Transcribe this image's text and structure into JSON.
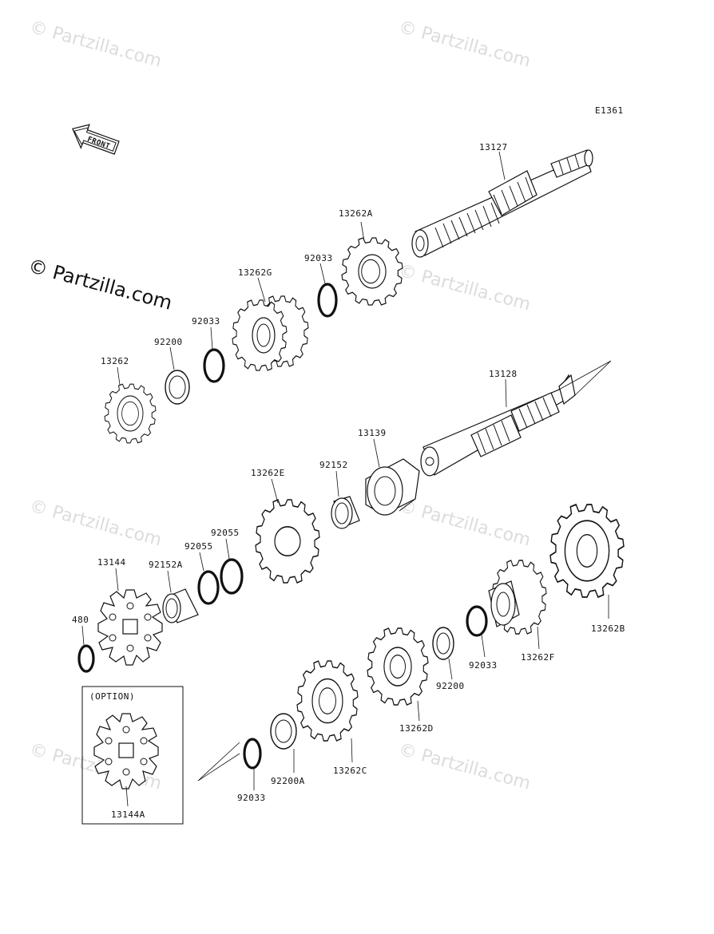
{
  "diagram": {
    "code": "E1361",
    "front_label": "FRONT",
    "option_label": "(OPTION)",
    "watermark": "© Partzilla.com",
    "watermark_large": "© Partzilla.com",
    "parts": {
      "p13127": "13127",
      "p13262A": "13262A",
      "p92033a": "92033",
      "p13262G": "13262G",
      "p92033b": "92033",
      "p92200a": "92200",
      "p13262": "13262",
      "p13128": "13128",
      "p13139": "13139",
      "p92152": "92152",
      "p13262E": "13262E",
      "p92055a": "92055",
      "p92055b": "92055",
      "p92152A": "92152A",
      "p13144": "13144",
      "p480": "480",
      "p13262B": "13262B",
      "p13262F": "13262F",
      "p92033c": "92033",
      "p92200b": "92200",
      "p13262D": "13262D",
      "p13262C": "13262C",
      "p92200A": "92200A",
      "p92033d": "92033",
      "p13144A": "13144A"
    }
  }
}
